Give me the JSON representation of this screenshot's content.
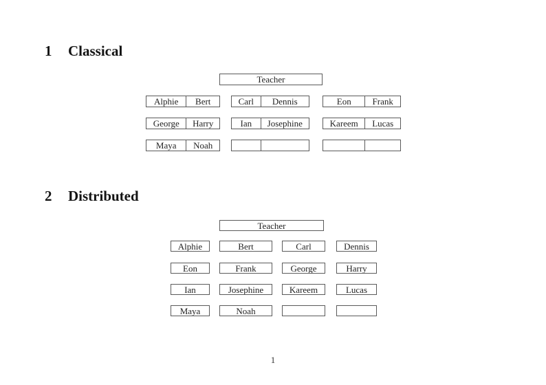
{
  "classical": {
    "heading_number": "1",
    "heading_title": "Classical",
    "teacher_label": "Teacher",
    "desks": [
      {
        "left": "Alphie",
        "right": "Bert"
      },
      {
        "left": "Carl",
        "right": "Dennis"
      },
      {
        "left": "Eon",
        "right": "Frank"
      },
      {
        "left": "George",
        "right": "Harry"
      },
      {
        "left": "Ian",
        "right": "Josephine"
      },
      {
        "left": "Kareem",
        "right": "Lucas"
      },
      {
        "left": "Maya",
        "right": "Noah"
      },
      {
        "left": "",
        "right": ""
      },
      {
        "left": "",
        "right": ""
      }
    ]
  },
  "distributed": {
    "heading_number": "2",
    "heading_title": "Distributed",
    "teacher_label": "Teacher",
    "seats": [
      "Alphie",
      "Bert",
      "Carl",
      "Dennis",
      "Eon",
      "Frank",
      "George",
      "Harry",
      "Ian",
      "Josephine",
      "Kareem",
      "Lucas",
      "Maya",
      "Noah",
      "",
      ""
    ]
  },
  "footer": {
    "page_number": "1"
  }
}
